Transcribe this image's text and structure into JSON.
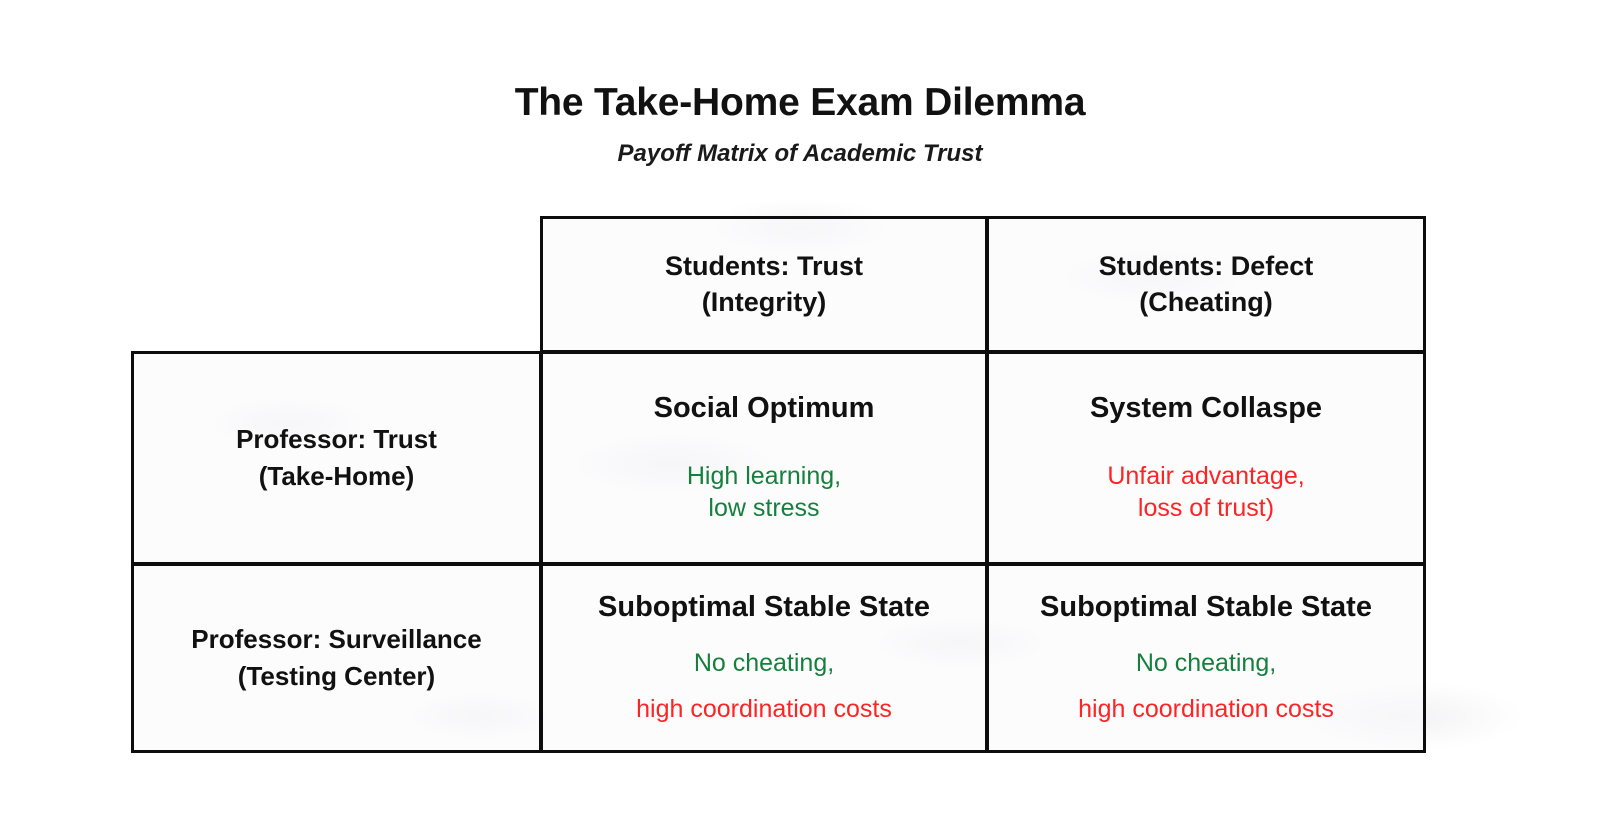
{
  "header": {
    "title": "The Take-Home Exam Dilemma",
    "subtitle": "Payoff Matrix of Academic Trust"
  },
  "colors": {
    "positive": "#15803d",
    "negative": "#fc2424",
    "text": "#111111",
    "border": "#0d0d0d",
    "background": "#ffffff"
  },
  "matrix": {
    "corner_label": "",
    "column_headers": [
      "Students: Trust\n(Integrity)",
      "Students: Defect\n(Cheating)"
    ],
    "row_headers": [
      "Professor: Trust\n(Take-Home)",
      "Professor: Surveillance\n(Testing Center)"
    ],
    "cells": [
      {
        "outcome": "Social Optimum",
        "detail_positive": "High learning,\nlow stress",
        "detail_negative": ""
      },
      {
        "outcome": "System Collaspe",
        "detail_positive": "",
        "detail_negative": "Unfair advantage,\nloss of trust)"
      },
      {
        "outcome": "Suboptimal Stable State",
        "detail_positive": "No cheating,",
        "detail_negative": "high coordination costs"
      },
      {
        "outcome": "Suboptimal Stable State",
        "detail_positive": "No cheating,",
        "detail_negative": "high coordination costs"
      }
    ]
  }
}
